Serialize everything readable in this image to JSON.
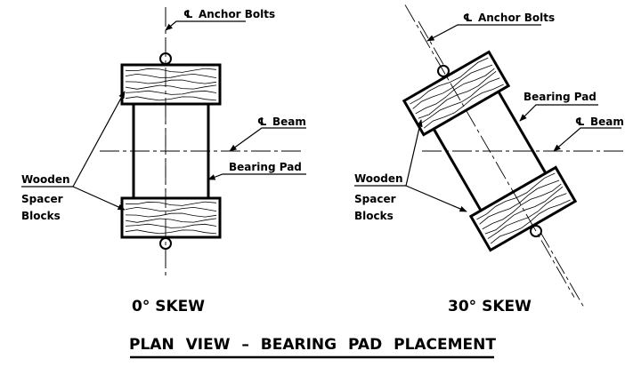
{
  "left_view": {
    "anchor_bolts_label": "Anchor Bolts",
    "beam_label": "Beam",
    "bearing_pad_label": "Bearing Pad",
    "spacer_label_lines": [
      "Wooden",
      "Spacer",
      "Blocks"
    ],
    "caption": "0° SKEW"
  },
  "right_view": {
    "anchor_bolts_label": "Anchor Bolts",
    "beam_label": "Beam",
    "bearing_pad_label": "Bearing Pad",
    "spacer_label_lines": [
      "Wooden",
      "Spacer",
      "Blocks"
    ],
    "caption": "30° SKEW"
  },
  "title": "PLAN VIEW – BEARING PAD PLACEMENT",
  "centerline_symbol": "℄"
}
